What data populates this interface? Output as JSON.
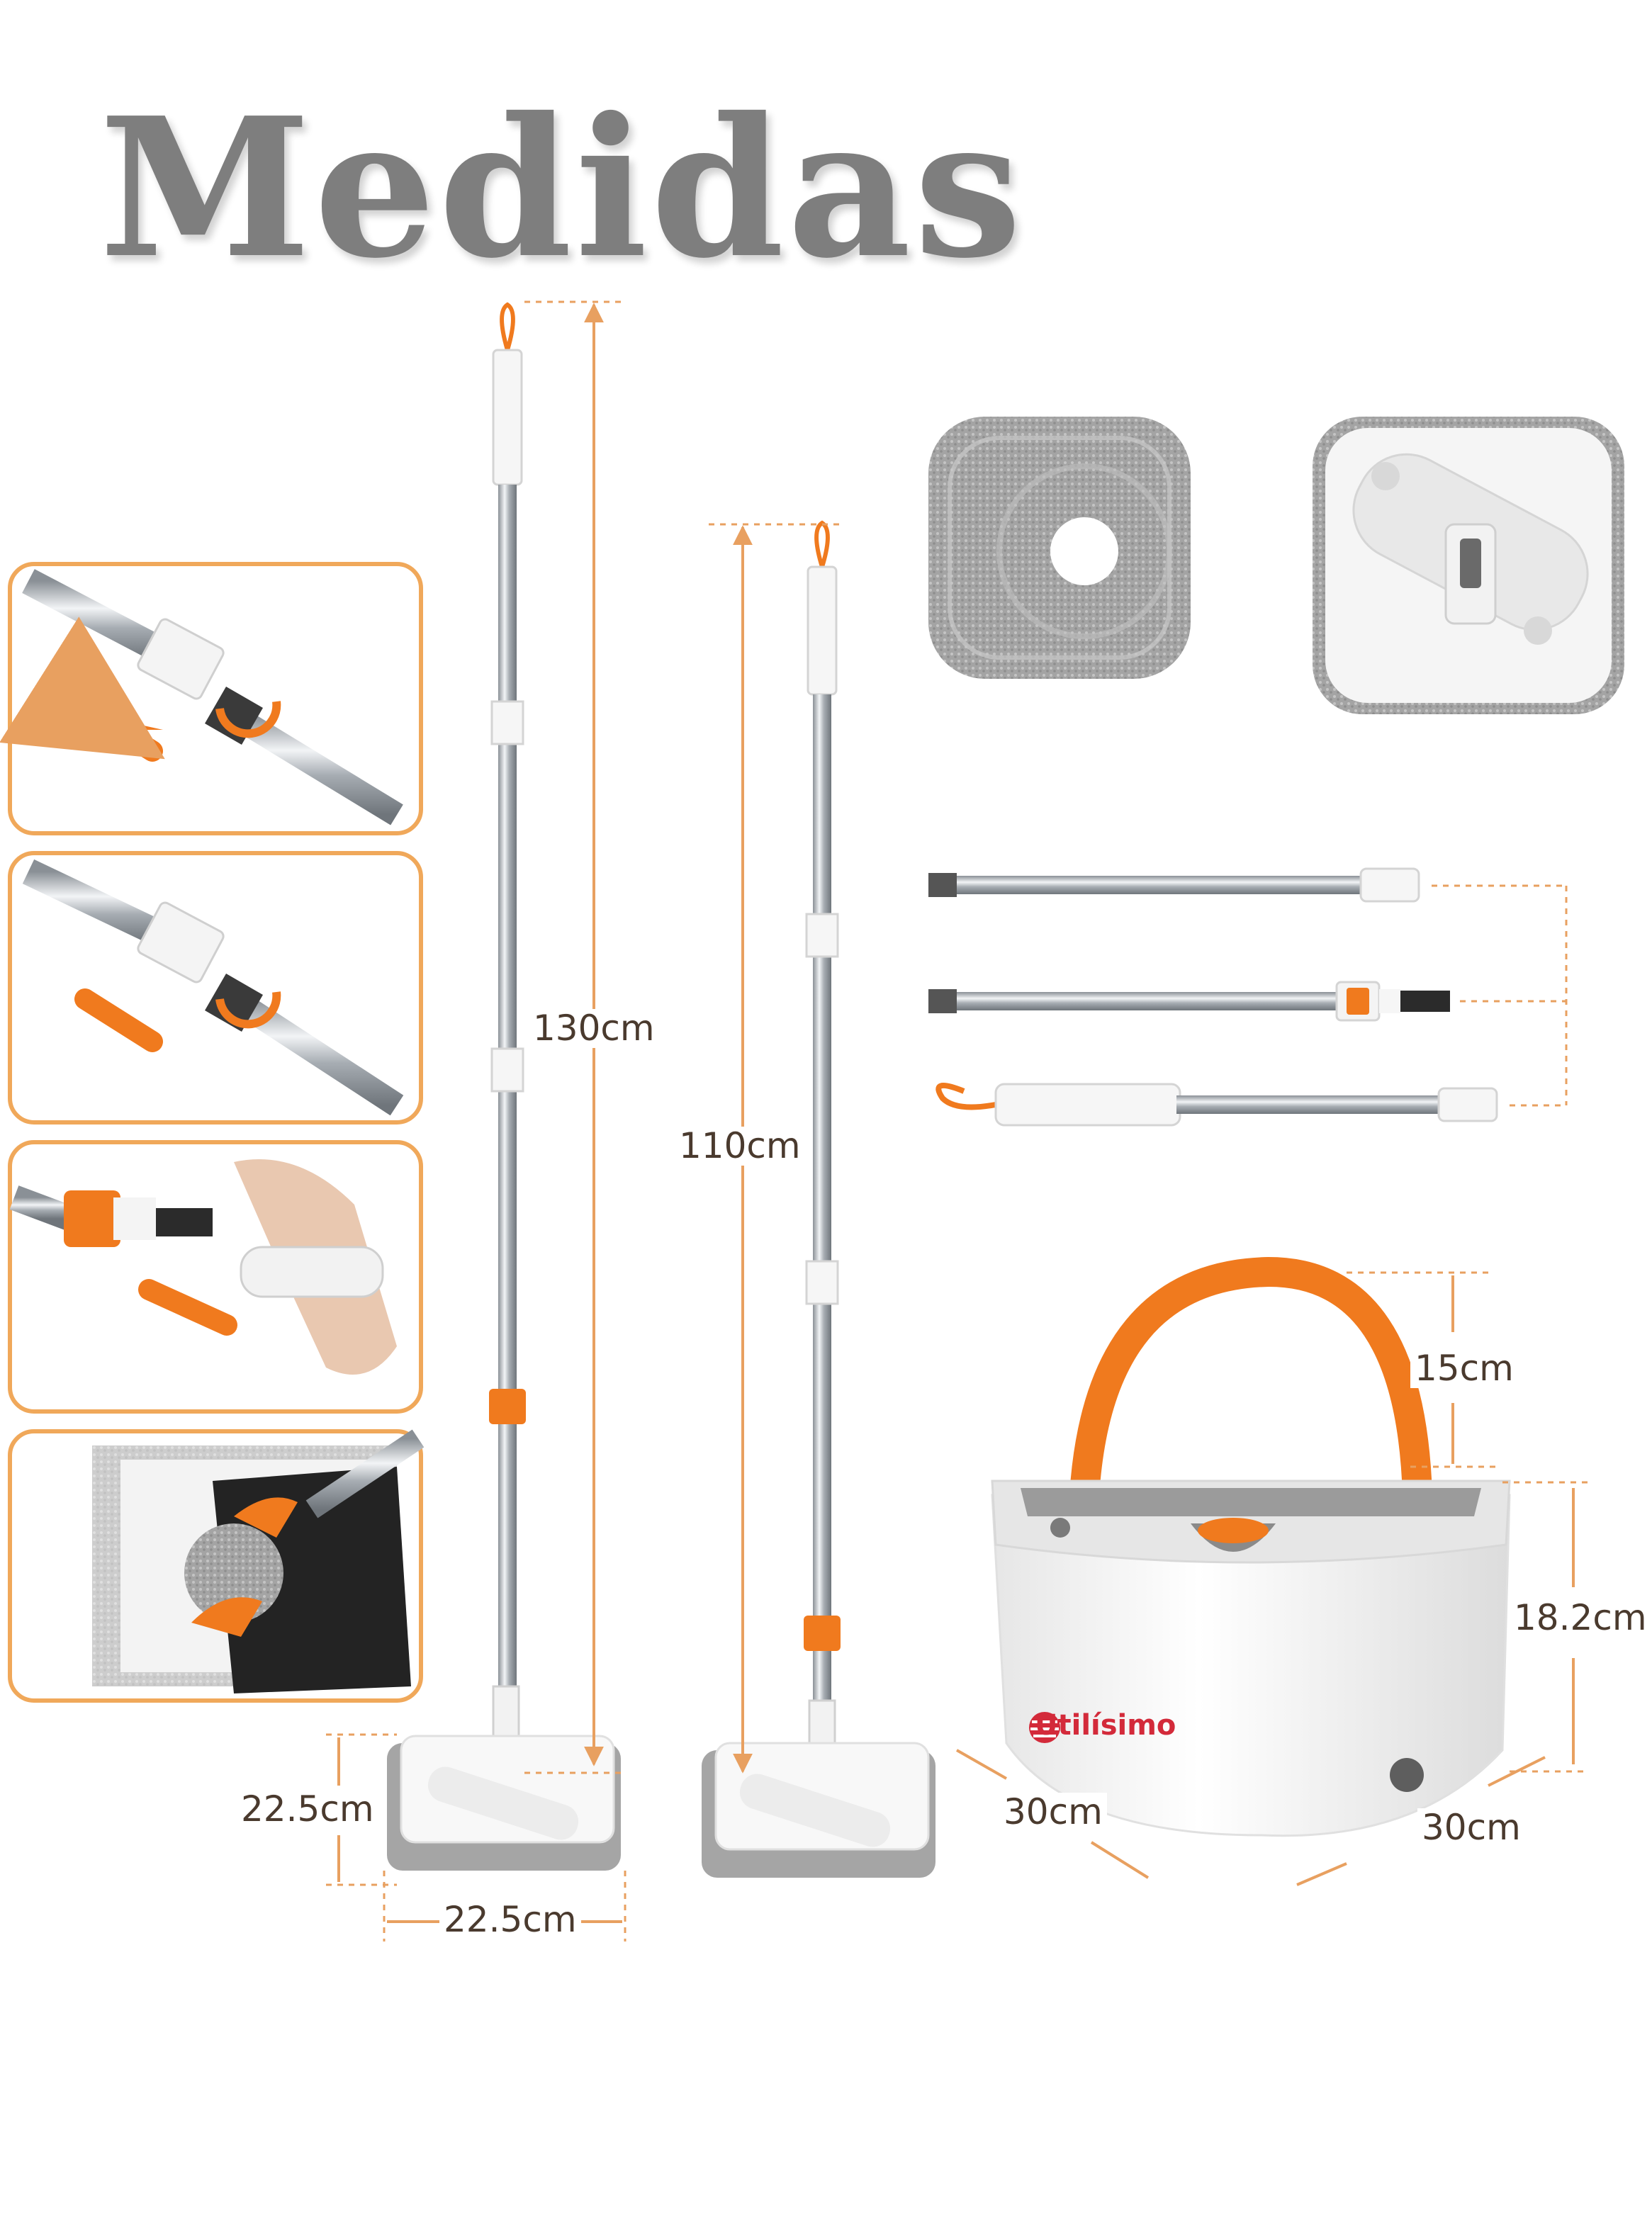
{
  "title": "Medidas",
  "brand": {
    "name": "Utilísimo"
  },
  "dimensions": {
    "long_mop_height": "130cm",
    "short_mop_height": "110cm",
    "mop_head_depth": "22.5cm",
    "mop_head_width": "22.5cm",
    "handle_height": "15cm",
    "bucket_height": "18.2cm",
    "bucket_length": "30cm",
    "bucket_width": "30cm"
  },
  "icons": {
    "assembly_steps": [
      "connect-pole-icon",
      "connect-pole-icon",
      "attach-handle-icon",
      "attach-pad-icon"
    ],
    "arrow": "orange-arrow-icon"
  },
  "colors": {
    "accent": "#f07a1e",
    "frame": "#f0a85a",
    "steel": "#b9bec4",
    "pad": "#a3a3a3",
    "text": "#4a3a2e",
    "title": "#7e7e7e",
    "brand": "#d32a3a"
  }
}
